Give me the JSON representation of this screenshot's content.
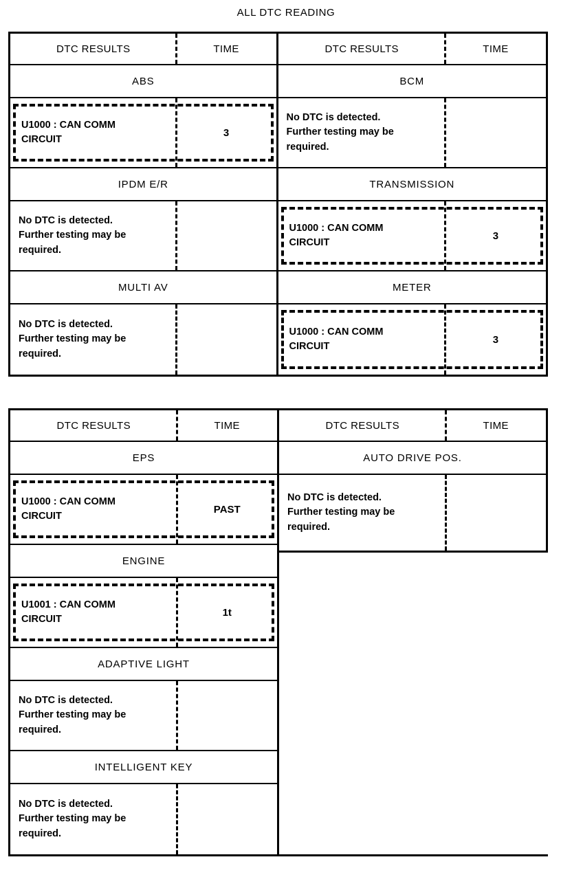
{
  "title": "ALL DTC READING",
  "columns": {
    "results": "DTC RESULTS",
    "time": "TIME"
  },
  "no_dtc_message": "No DTC is detected.\nFurther testing may be\nrequired.",
  "tables": [
    {
      "id": "table-1",
      "left_column": [
        {
          "system": "ABS",
          "dtc": "U1000 : CAN COMM\nCIRCUIT",
          "time": "3",
          "highlighted": true
        },
        {
          "system": "IPDM E/R",
          "dtc": "No DTC is detected.\nFurther testing may be\nrequired.",
          "time": "",
          "highlighted": false
        },
        {
          "system": "MULTI AV",
          "dtc": "No DTC is detected.\nFurther testing may be\nrequired.",
          "time": "",
          "highlighted": false
        }
      ],
      "right_column": [
        {
          "system": "BCM",
          "dtc": "No DTC is detected.\nFurther testing may be\nrequired.",
          "time": "",
          "highlighted": false
        },
        {
          "system": "TRANSMISSION",
          "dtc": "U1000 : CAN COMM\nCIRCUIT",
          "time": "3",
          "highlighted": true
        },
        {
          "system": "METER",
          "dtc": "U1000 : CAN COMM\nCIRCUIT",
          "time": "3",
          "highlighted": true
        }
      ]
    },
    {
      "id": "table-2",
      "left_column": [
        {
          "system": "EPS",
          "dtc": "U1000 : CAN COMM\nCIRCUIT",
          "time": "PAST",
          "highlighted": true
        },
        {
          "system": "ENGINE",
          "dtc": "U1001 : CAN COMM\nCIRCUIT",
          "time": "1t",
          "highlighted": true
        },
        {
          "system": "ADAPTIVE LIGHT",
          "dtc": "No DTC is detected.\nFurther testing may be\nrequired.",
          "time": "",
          "highlighted": false
        },
        {
          "system": "INTELLIGENT KEY",
          "dtc": "No DTC is detected.\nFurther testing may be\nrequired.",
          "time": "",
          "highlighted": false
        }
      ],
      "right_column": [
        {
          "system": "AUTO DRIVE POS.",
          "dtc": "No DTC is detected.\nFurther testing may be\nrequired.",
          "time": "",
          "highlighted": false
        }
      ]
    }
  ]
}
